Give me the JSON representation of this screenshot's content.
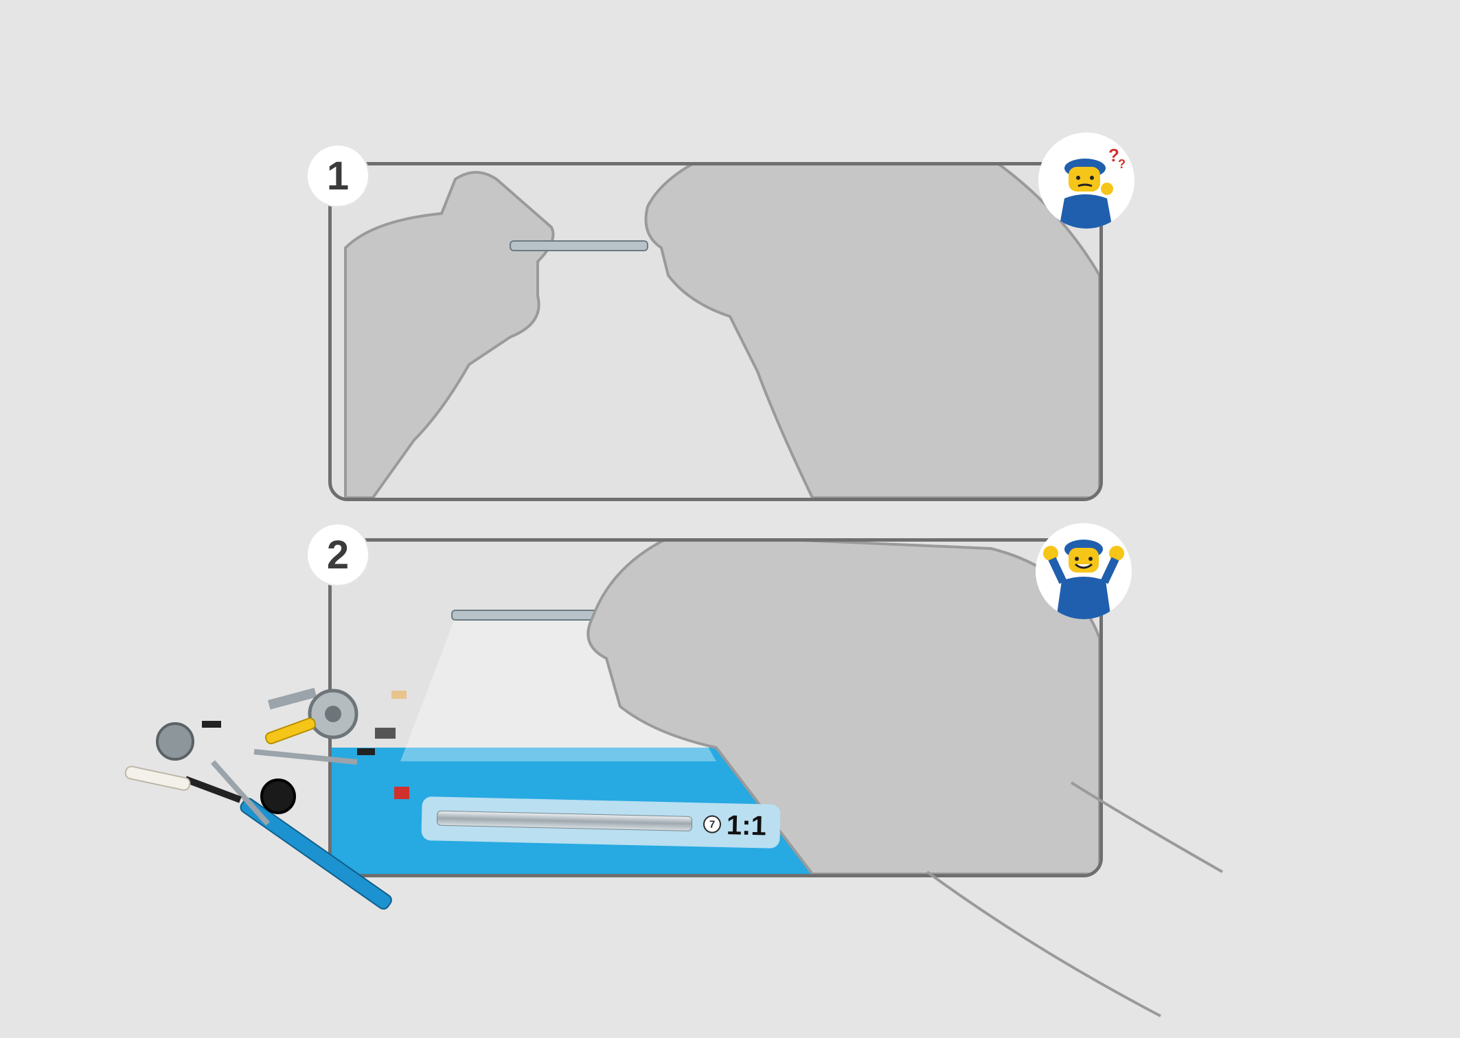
{
  "steps": [
    {
      "number": "1",
      "mood": "confused",
      "avatar_icon": "confused-minifigure-icon"
    },
    {
      "number": "2",
      "mood": "happy",
      "avatar_icon": "happy-minifigure-icon"
    }
  ],
  "parts_callout": {
    "count": "7",
    "scale": "1:1"
  },
  "colors": {
    "background": "#e5e5e5",
    "panel_border": "#6f6f6f",
    "mat_blue": "#27a9e1",
    "callout_blue": "#b9dff1",
    "hand_fill": "#c6c6c6",
    "hand_outline": "#9a9a9a",
    "minifig_blue": "#1f5fae",
    "minifig_yellow": "#f5c518"
  }
}
